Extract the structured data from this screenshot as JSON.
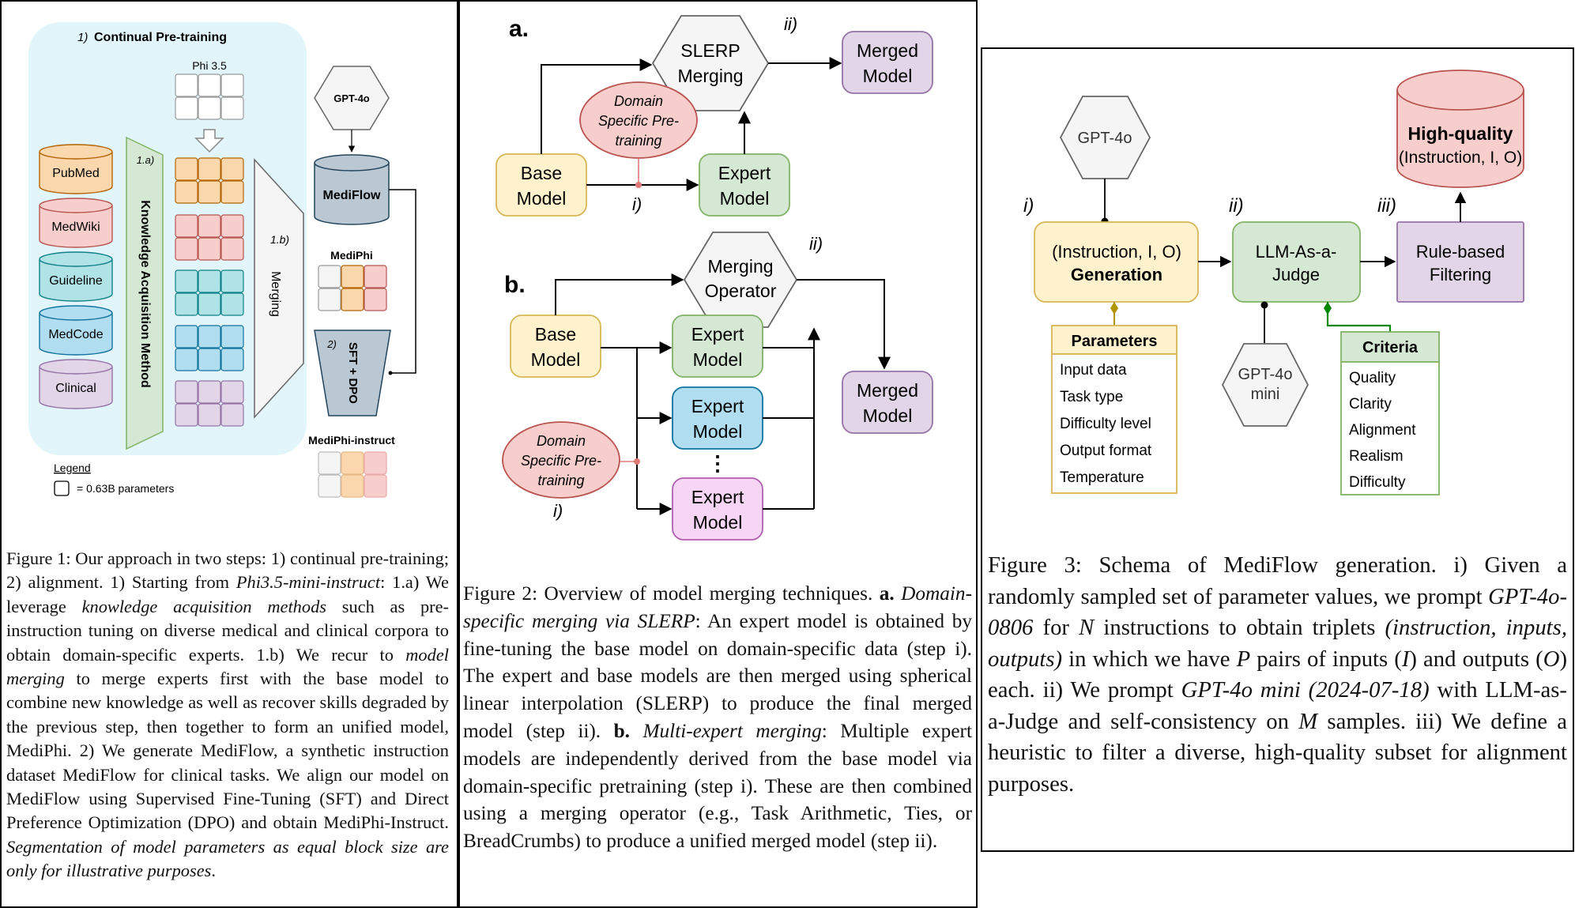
{
  "fig1": {
    "stage1_label": "1)",
    "stage1_title": "Continual Pre-training",
    "phi_label": "Phi 3.5",
    "corpora": [
      "PubMed",
      "MedWiki",
      "Guideline",
      "MedCode",
      "Clinical"
    ],
    "kam_number": "1.a)",
    "kam_title": "Knowledge Acquisition Method",
    "merge_number": "1.b)",
    "merge_title": "Merging",
    "gpt_label": "GPT-4o",
    "mediflow_label": "MediFlow",
    "mediphi_label": "MediPhi",
    "sft_number": "2)",
    "sft_label": "SFT + DPO",
    "mediphi_instruct_label": "MediPhi-instruct",
    "legend_title": "Legend",
    "legend_text": "= 0.63B parameters",
    "caption": {
      "s1": "Figure 1: Our approach in two steps: 1) continual pre-training; 2) alignment. 1) Starting from ",
      "i1": "Phi3.5-mini-instruct",
      "s2": ": 1.a) We leverage ",
      "i2": "knowledge acquisition methods",
      "s3": " such as pre-instruction tuning on diverse medical and clinical corpora to obtain domain-specific experts. 1.b) We recur to ",
      "i3": "model merging",
      "s4": " to merge experts first with the base model to combine new knowledge as well as recover skills degraded by the previous step, then together to form an unified model, MediPhi. 2) We generate MediFlow, a synthetic instruction dataset MediFlow for clinical tasks. We align our model on MediFlow using Supervised Fine-Tuning (SFT) and Direct Preference Optimization (DPO) and obtain MediPhi-Instruct. ",
      "i4": "Segmentation of model parameters as equal block size are only for illustrative purposes",
      "s5": "."
    }
  },
  "fig2": {
    "a_label": "a.",
    "b_label": "b.",
    "slerp_l1": "SLERP",
    "slerp_l2": "Merging",
    "merged_l1": "Merged",
    "merged_l2": "Model",
    "base_l1": "Base",
    "base_l2": "Model",
    "expert_l1": "Expert",
    "expert_l2": "Model",
    "domain_l1": "Domain",
    "domain_l2": "Specific Pre-",
    "domain_l3": "training",
    "op_l1": "Merging",
    "op_l2": "Operator",
    "mark_i": "i)",
    "mark_ii": "ii)",
    "dots": "⋮",
    "caption": {
      "s1": "Figure 2: Overview of model merging techniques. ",
      "b1": "a.",
      "s2": " ",
      "i1": "Domain-specific merging via SLERP",
      "s3": ": An expert model is obtained by fine-tuning the base model on domain-specific data (step i). The expert and base models are then merged using spherical linear interpolation (SLERP) to produce the final merged model (step ii). ",
      "b2": "b.",
      "s4": " ",
      "i2": "Multi-expert merging",
      "s5": ": Multiple expert models are independently derived from the base model via domain-specific pretraining (step i). These are then combined using a merging operator (e.g., Task Arithmetic, Ties, or BreadCrumbs) to produce a unified merged model (step ii)."
    }
  },
  "fig3": {
    "gpt_label": "GPT-4o",
    "gpt_mini_l1": "GPT-4o",
    "gpt_mini_l2": "mini",
    "hq_l1": "High-quality",
    "hq_l2": "(Instruction, I, O)",
    "gen_l1": "(Instruction, I, O)",
    "gen_l2": "Generation",
    "judge_l1": "LLM-As-a-",
    "judge_l2": "Judge",
    "filter_l1": "Rule-based",
    "filter_l2": "Filtering",
    "mark_i": "i)",
    "mark_ii": "ii)",
    "mark_iii": "iii)",
    "params_title": "Parameters",
    "params": [
      "Input data",
      "Task type",
      "Difficulty level",
      "Output format",
      "Temperature"
    ],
    "criteria_title": "Criteria",
    "criteria": [
      "Quality",
      "Clarity",
      "Alignment",
      "Realism",
      "Difficulty"
    ],
    "caption": {
      "s1": "Figure 3: Schema of MediFlow generation. i) Given a randomly sampled set of parameter values, we prompt ",
      "i1": "GPT-4o-0806",
      "s2": " for ",
      "i2": "N",
      "s3": " instructions to obtain triplets ",
      "i3": "(instruction, inputs, outputs)",
      "s4": " in which we have ",
      "i4": "P",
      "s5": " pairs of inputs (",
      "i5": "I",
      "s6": ") and outputs (",
      "i6": "O",
      "s7": ") each. ii) We prompt ",
      "i7": "GPT-4o mini (2024-07-18)",
      "s8": " with LLM-as-a-Judge and self-consistency on ",
      "i8": "M",
      "s9": " samples. iii) We define a heuristic to filter a diverse, high-quality subset for alignment purposes."
    }
  },
  "colors": {
    "yellow": "#fff2cc",
    "yellow_stroke": "#d6b656",
    "green": "#d5e8d4",
    "green_stroke": "#82b366",
    "purple": "#e1d5e7",
    "purple_stroke": "#9673a6",
    "red": "#f8cecc",
    "red_stroke": "#b85450",
    "blue": "#b1ddf0",
    "blue_stroke": "#10739e",
    "pink": "#f7d6f5",
    "pink_stroke": "#b05eb0",
    "gray": "#f5f5f5",
    "gray_stroke": "#666666",
    "orange": "#fad7ac",
    "orange_stroke": "#b46504",
    "teal": "#b0e3e6",
    "teal_stroke": "#0e8088",
    "lightblue_bg": "#e1f5fb"
  }
}
